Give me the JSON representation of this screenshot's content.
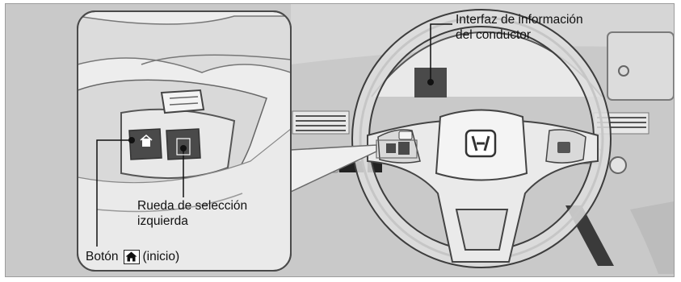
{
  "labels": {
    "driver_info_interface_line1": "Interfaz de información",
    "driver_info_interface_line2": "del conductor",
    "selector_wheel_line1": "Rueda de selección",
    "selector_wheel_line2": "izquierda",
    "home_button_prefix": "Botón",
    "home_button_suffix": "(inicio)"
  },
  "icons": {
    "home_button_icon": "home-icon"
  },
  "colors": {
    "background_gray": "#c9c9c9",
    "highlight_dark": "#4a4a4a",
    "callout_fill": "#ededed"
  }
}
